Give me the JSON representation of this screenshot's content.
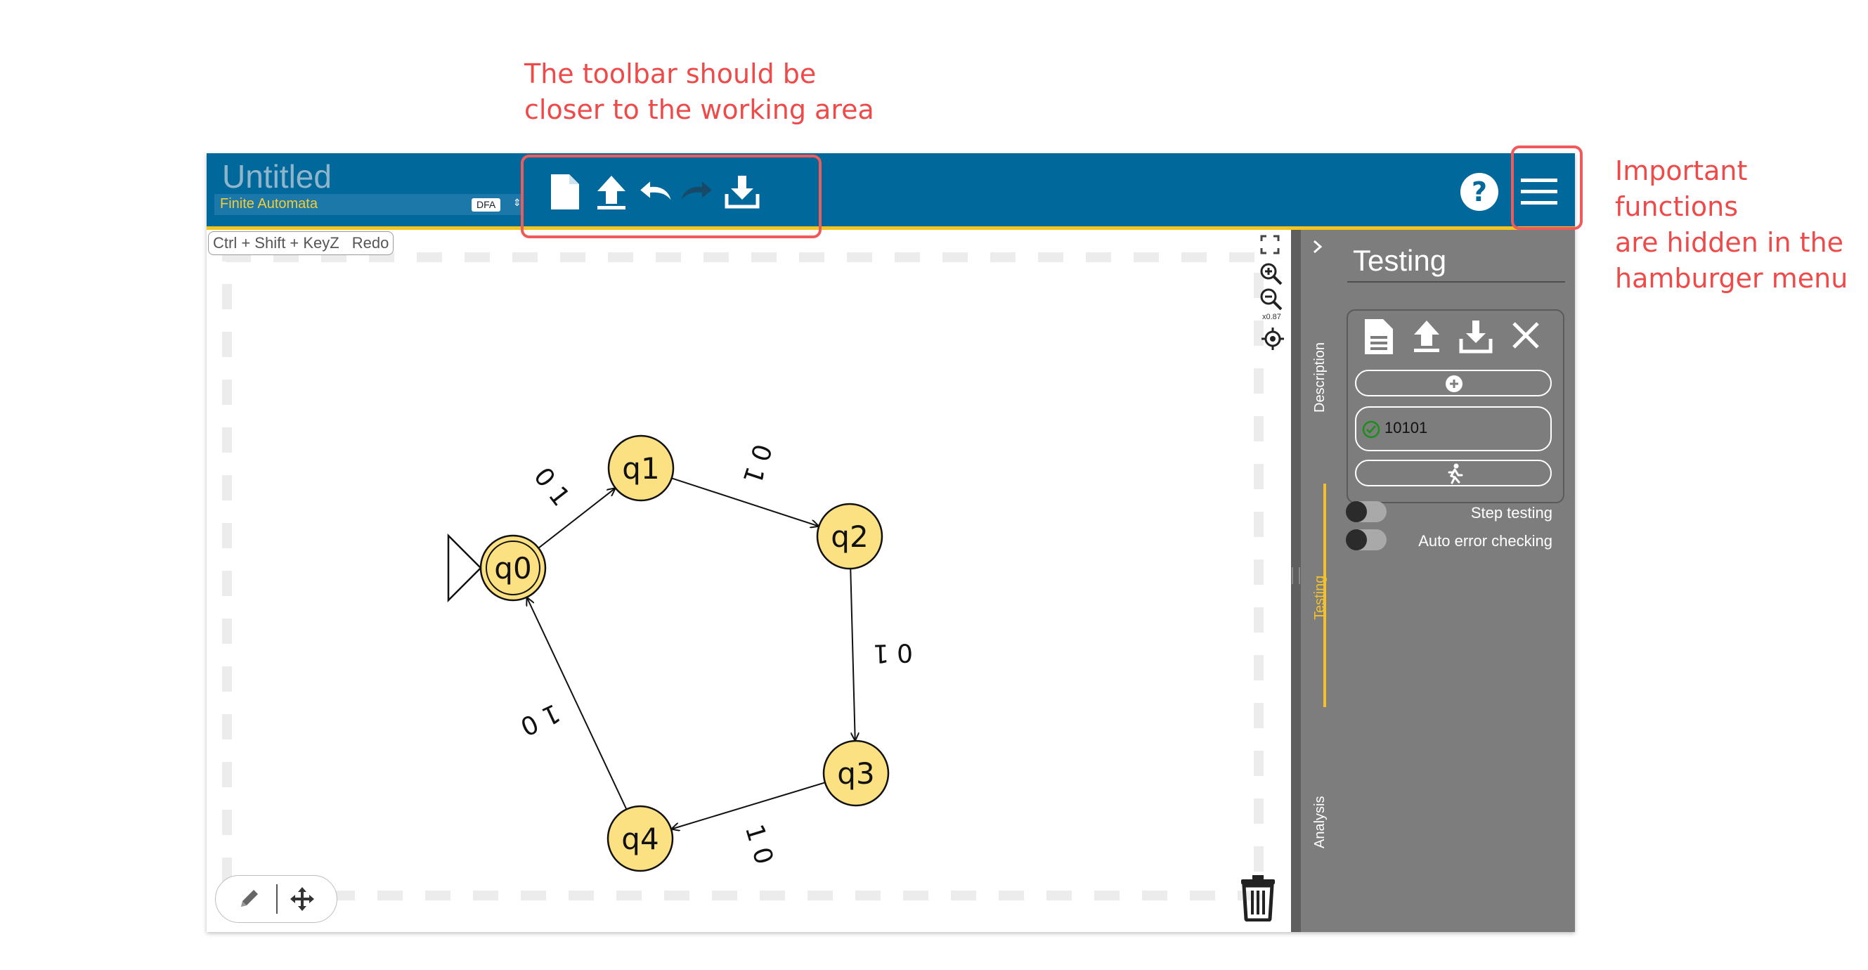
{
  "annotations": {
    "toolbar_note": "The toolbar should be\ncloser to the working area",
    "menu_note": "Important functions\nare hidden in the\nhamburger menu"
  },
  "header": {
    "title": "Untitled",
    "project_type": "Finite Automata",
    "automaton_type": "DFA",
    "icons": [
      "new-file-icon",
      "upload-icon",
      "undo-icon",
      "redo-icon",
      "download-icon",
      "help-icon",
      "hamburger-menu-icon"
    ]
  },
  "canvas": {
    "shortcut_hint": {
      "keys": "Ctrl + Shift + KeyZ",
      "action": "Redo"
    },
    "zoom_level": "x0.87",
    "states": [
      {
        "id": "q0",
        "initial": true,
        "accepting": true
      },
      {
        "id": "q1",
        "initial": false,
        "accepting": false
      },
      {
        "id": "q2",
        "initial": false,
        "accepting": false
      },
      {
        "id": "q3",
        "initial": false,
        "accepting": false
      },
      {
        "id": "q4",
        "initial": false,
        "accepting": false
      }
    ],
    "transitions": [
      {
        "from": "q0",
        "to": "q1",
        "symbols": [
          "1",
          "0"
        ]
      },
      {
        "from": "q1",
        "to": "q2",
        "symbols": [
          "1",
          "0"
        ]
      },
      {
        "from": "q2",
        "to": "q3",
        "symbols": [
          "1",
          "0"
        ]
      },
      {
        "from": "q3",
        "to": "q4",
        "symbols": [
          "1",
          "0"
        ]
      },
      {
        "from": "q4",
        "to": "q0",
        "symbols": [
          "1",
          "0"
        ]
      }
    ]
  },
  "side_panel": {
    "title": "Testing",
    "tabs": [
      "Description",
      "Testing",
      "Analysis"
    ],
    "active_tab": "Testing",
    "tests": [
      {
        "input": "10101",
        "status": "passed"
      }
    ],
    "toggles": [
      {
        "label": "Step testing",
        "on": false
      },
      {
        "label": "Auto error checking",
        "on": false
      }
    ]
  },
  "colors": {
    "header_bg": "#00689a",
    "accent_yellow": "#f2c61f",
    "state_fill": "#fce183",
    "panel_bg": "#7d7d7d",
    "annotation_red": "#ee4a4a"
  }
}
